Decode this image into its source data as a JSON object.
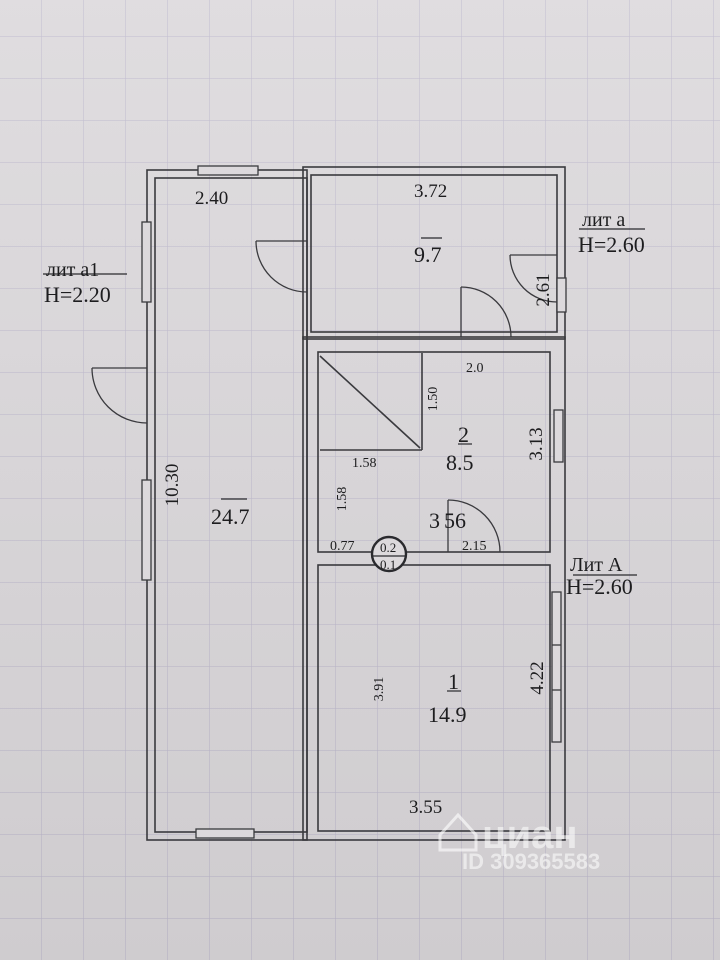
{
  "labels": {
    "lit_a1": "лит а1",
    "h_a1": "H=2.20",
    "lit_a": "лит а",
    "h_a": "H=2.60",
    "lit_A": "Лит А",
    "h_A": "H=2.60"
  },
  "rooms": {
    "veranda_area": "24.7",
    "room_a_area": "9.7",
    "room2_num": "2",
    "room2_area": "8.5",
    "room1_num": "1",
    "room1_area": "14.9",
    "small_room_num": "3",
    "small_room_area": "56"
  },
  "dims": {
    "d_240": "2.40",
    "d_372": "3.72",
    "d_261": "2.61",
    "d_1030": "10.30",
    "d_20": "2.0",
    "d_150": "1.50",
    "d_158a": "1.58",
    "d_158b": "1.58",
    "d_313": "3.13",
    "d_077": "0.77",
    "d_215": "2.15",
    "d_02": "0.2",
    "d_01": "0.1",
    "d_391": "3.91",
    "d_422": "4.22",
    "d_355": "3.55"
  },
  "watermark": {
    "brand": "циан",
    "id": "ID 309365583"
  }
}
